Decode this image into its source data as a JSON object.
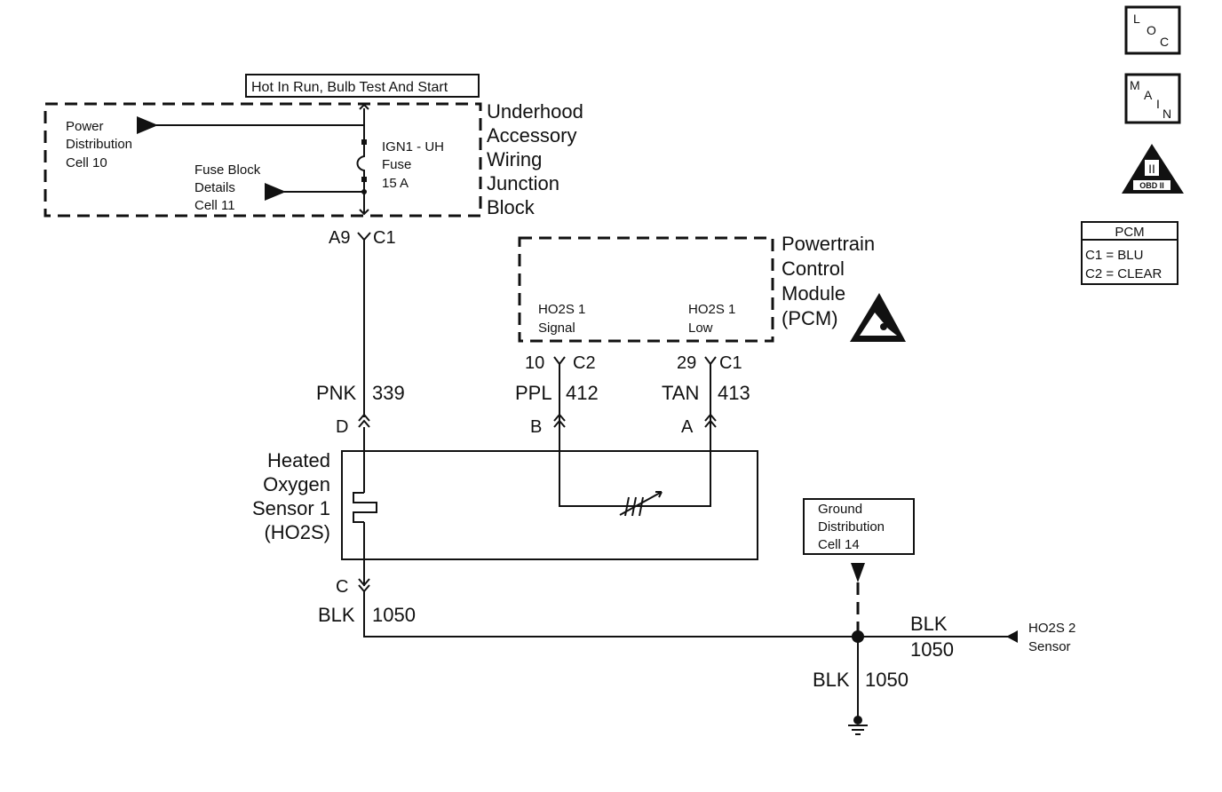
{
  "top_label": "Hot In Run, Bulb Test And Start",
  "uawjb": {
    "name_lines": [
      "Underhood",
      "Accessory",
      "Wiring",
      "Junction",
      "Block"
    ],
    "power_dist": [
      "Power",
      "Distribution",
      "Cell 10"
    ],
    "fuse_block": [
      "Fuse Block",
      "Details",
      "Cell 11"
    ],
    "fuse": [
      "IGN1 - UH",
      "Fuse",
      "15 A"
    ]
  },
  "conn_a9": {
    "pin": "A9",
    "conn": "C1"
  },
  "pcm": {
    "name_lines": [
      "Powertrain",
      "Control",
      "Module",
      "(PCM)"
    ],
    "sig_label": [
      "HO2S 1",
      "Signal"
    ],
    "low_label": [
      "HO2S 1",
      "Low"
    ],
    "pin10": {
      "pin": "10",
      "conn": "C2"
    },
    "pin29": {
      "pin": "29",
      "conn": "C1"
    }
  },
  "wires": {
    "pnk": {
      "color": "PNK",
      "circuit": "339"
    },
    "ppl": {
      "color": "PPL",
      "circuit": "412"
    },
    "tan": {
      "color": "TAN",
      "circuit": "413"
    },
    "blk_left": {
      "color": "BLK",
      "circuit": "1050"
    },
    "blk_right": {
      "color": "BLK",
      "circuit": "1050"
    },
    "blk_down": {
      "color": "BLK",
      "circuit": "1050"
    }
  },
  "sensor_pins": {
    "d": "D",
    "b": "B",
    "a": "A",
    "c": "C"
  },
  "sensor_name": [
    "Heated",
    "Oxygen",
    "Sensor 1",
    "(HO2S)"
  ],
  "ground_dist": [
    "Ground",
    "Distribution",
    "Cell 14"
  ],
  "ho2s2": [
    "HO2S 2",
    "Sensor"
  ],
  "icons": {
    "loc": {
      "l": "L",
      "o": "O",
      "c": "C"
    },
    "main": {
      "m": "M",
      "a": "A",
      "i": "I",
      "n": "N"
    },
    "obd": {
      "numeral": "II",
      "label": "OBD II"
    }
  },
  "pcm_key": {
    "title": "PCM",
    "c1": "C1 = BLU",
    "c2": "C2 = CLEAR"
  }
}
